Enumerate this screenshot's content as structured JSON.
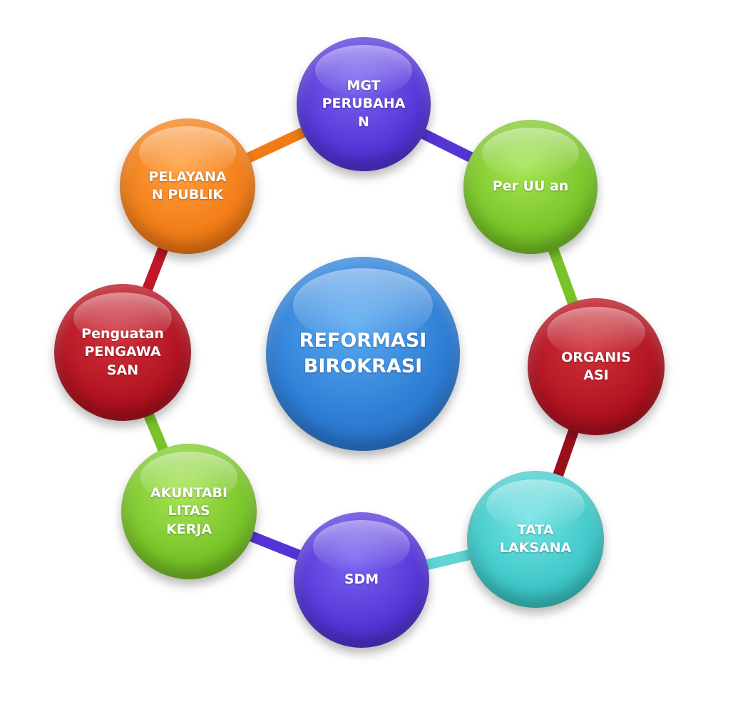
{
  "diagram": {
    "center": {
      "label": "REFORMASI\nBIROKRASI",
      "color": "#2f7fd6"
    },
    "nodes": [
      {
        "id": "mgt",
        "label": "MGT\nPERUBAHA\nN",
        "color": "#5534d6"
      },
      {
        "id": "peruu",
        "label": "Per UU an",
        "color": "#78c428"
      },
      {
        "id": "org",
        "label": "ORGANIS\nASI",
        "color": "#b11220"
      },
      {
        "id": "tata",
        "label": "TATA\nLAKSANA",
        "color": "#3ec7c8"
      },
      {
        "id": "sdm",
        "label": "SDM",
        "color": "#5534d6"
      },
      {
        "id": "akun",
        "label": "AKUNTABI\nLITAS\nKERJA",
        "color": "#78c428"
      },
      {
        "id": "peng",
        "label": "Penguatan\nPENGAWA\nSAN",
        "color": "#b11220"
      },
      {
        "id": "pel",
        "label": "PELAYANA\nN PUBLIK",
        "color": "#f17c17"
      }
    ],
    "connectors": [
      {
        "from": "pel",
        "to": "mgt",
        "color": "#f17c17"
      },
      {
        "from": "mgt",
        "to": "peruu",
        "color": "#5534d6"
      },
      {
        "from": "peruu",
        "to": "org",
        "color": "#78c428"
      },
      {
        "from": "org",
        "to": "tata",
        "color": "#9b0f1b"
      },
      {
        "from": "tata",
        "to": "sdm",
        "color": "#5fd6d6"
      },
      {
        "from": "sdm",
        "to": "akun",
        "color": "#5534d6"
      },
      {
        "from": "akun",
        "to": "peng",
        "color": "#78c428"
      },
      {
        "from": "peng",
        "to": "pel",
        "color": "#c0182a"
      }
    ]
  }
}
